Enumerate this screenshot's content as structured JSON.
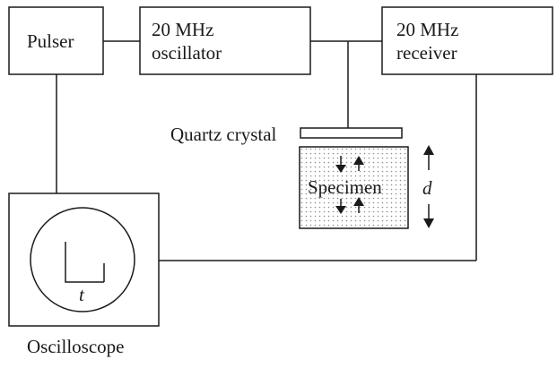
{
  "blocks": {
    "pulser": "Pulser",
    "oscillator_line1": "20 MHz",
    "oscillator_line2": "oscillator",
    "receiver_line1": "20 MHz",
    "receiver_line2": "receiver",
    "oscilloscope": "Oscilloscope"
  },
  "labels": {
    "quartz_crystal": "Quartz crystal",
    "specimen": "Specimen",
    "thickness_symbol": "d",
    "time_symbol": "t"
  },
  "colors": {
    "line": "#1a1a1a",
    "specimen_dots": "#8a8a8a"
  }
}
